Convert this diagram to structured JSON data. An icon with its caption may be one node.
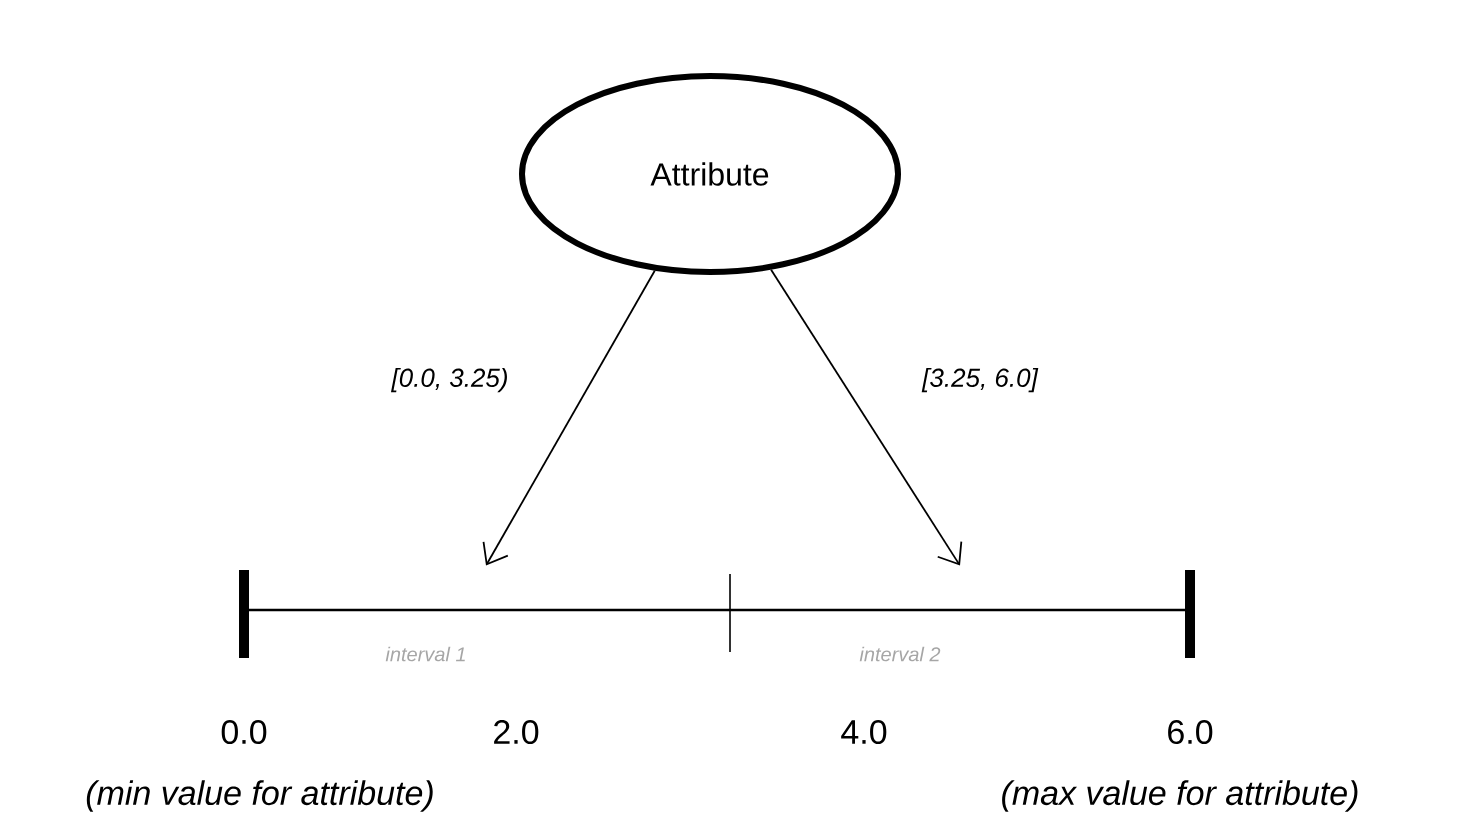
{
  "diagram": {
    "nodes": [
      {
        "text": [
          "Attribute"
        ]
      },
      {
        "text": [
          "interval 1"
        ]
      },
      {
        "text": [
          "interval 2"
        ]
      }
    ],
    "edges": [
      {
        "from": 0,
        "to": 1,
        "arrow": "to",
        "label": "[0.0, 3.25)"
      },
      {
        "from": 0,
        "to": 2,
        "arrow": "to",
        "label": "[3.25, 6.0]"
      }
    ],
    "labels": [
      "0.0",
      "2.0",
      "4.0",
      "6.0",
      "(min value for attribute)",
      "(max value for attribute)"
    ]
  }
}
